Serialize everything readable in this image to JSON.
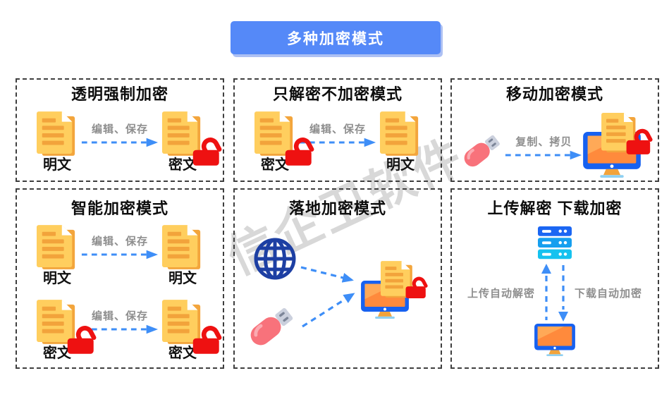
{
  "banner": {
    "label": "多种加密模式"
  },
  "watermark": {
    "text": "信企卫软件"
  },
  "colors": {
    "banner_blue": "#5589F8",
    "arrow_blue": "#3E8EF7",
    "doc_yellow": "#FFCE5E",
    "doc_accent": "#F2A33B",
    "lock_red": "#EE1111",
    "monitor_blue": "#1761F0",
    "screen_orange": "#FF8A3C",
    "usb_pink": "#F8727B",
    "globe_navy": "#1D3FA3",
    "server_blue": "#1B66F3",
    "server_cyan": "#15C2EF",
    "label_gray": "#8F8F8F"
  },
  "panels": {
    "transparent": {
      "title": "透明强制加密",
      "source_label": "明文",
      "arrow_label": "编辑、保存",
      "target_label": "密文"
    },
    "decrypt_only": {
      "title": "只解密不加密模式",
      "source_label": "密文",
      "arrow_label": "编辑、保存",
      "target_label": "明文"
    },
    "mobile": {
      "title": "移动加密模式",
      "arrow_label": "复制、拷贝"
    },
    "smart": {
      "title": "智能加密模式",
      "row1": {
        "source_label": "明文",
        "arrow_label": "编辑、保存",
        "target_label": "明文"
      },
      "row2": {
        "source_label": "密文",
        "arrow_label": "编辑、保存",
        "target_label": "密文"
      }
    },
    "landing": {
      "title": "落地加密模式"
    },
    "updown": {
      "title": "上传解密 下载加密",
      "upload_label": "上传自动解密",
      "download_label": "下载自动加密"
    }
  }
}
